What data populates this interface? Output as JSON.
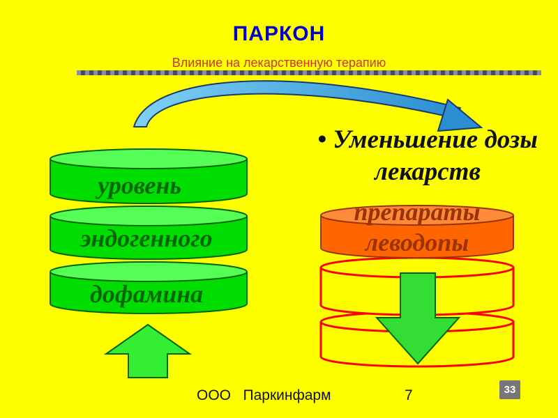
{
  "header": {
    "title": "ПАРКОН",
    "subtitle": "Влияние на лекарственную терапию"
  },
  "left_stack": {
    "disks": [
      "уровень",
      "эндогенного",
      "дофамина"
    ],
    "arrow": "up-arrow-icon"
  },
  "right_stack": {
    "bullet": "• Уменьшение дозы лекарств",
    "disks": [
      "препараты",
      "леводопы"
    ],
    "arrow": "down-arrow-icon"
  },
  "footer": {
    "org": "ООО   Паркинфарм",
    "number": "7",
    "page_badge": "33"
  },
  "colors": {
    "background": "#ffff00",
    "title": "#0000cc",
    "subtitle": "#cc3333",
    "green_disk": "#00ee00",
    "orange_disk": "#ff6600",
    "red_outline": "#ff0000",
    "curved_arrow": "#4fb8e8"
  }
}
